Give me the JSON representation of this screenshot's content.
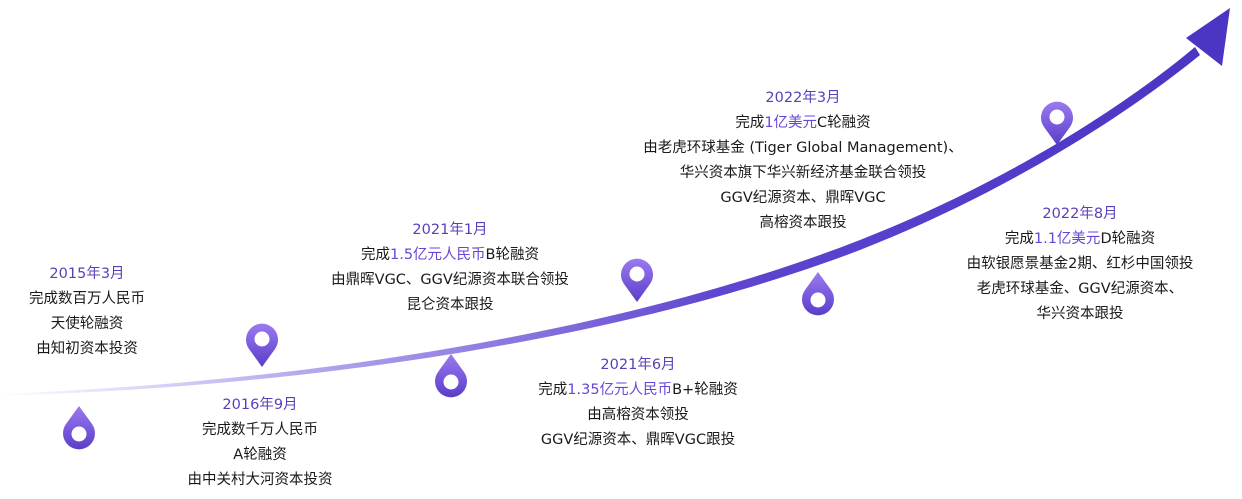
{
  "colors": {
    "accent": "#5a3ec8",
    "date": "#5c3fb8",
    "text": "#1a1a1a",
    "highlight": "#6a45d6",
    "line_start": "#ffffff",
    "line_end": "#4a35c4"
  },
  "milestones": [
    {
      "date": "2015年3月",
      "lines": [
        "完成数百万人民币",
        "天使轮融资",
        "由知初资本投资"
      ]
    },
    {
      "date": "2016年9月",
      "lines": [
        "完成数千万人民币",
        "A轮融资",
        "由中关村大河资本投资"
      ]
    },
    {
      "date": "2021年1月",
      "line1_pre": "完成",
      "line1_hl": "1.5亿元人民币",
      "line1_post": "B轮融资",
      "lines": [
        "由鼎晖VGC、GGV纪源资本联合领投",
        "昆仑资本跟投"
      ]
    },
    {
      "date": "2021年6月",
      "line1_pre": "完成",
      "line1_hl": "1.35亿元人民币",
      "line1_post": "B+轮融资",
      "lines": [
        "由高榕资本领投",
        "GGV纪源资本、鼎晖VGC跟投"
      ]
    },
    {
      "date": "2022年3月",
      "line1_pre": "完成",
      "line1_hl": "1亿美元",
      "line1_post": "C轮融资",
      "lines": [
        "由老虎环球基金 (Tiger Global Management)、",
        "华兴资本旗下华兴新经济基金联合领投",
        "GGV纪源资本、鼎晖VGC",
        "高榕资本跟投"
      ]
    },
    {
      "date": "2022年8月",
      "line1_pre": "完成",
      "line1_hl": "1.1亿美元",
      "line1_post": "D轮融资",
      "lines": [
        "由软银愿景基金2期、红杉中国领投",
        "老虎环球基金、GGV纪源资本、",
        "华兴资本跟投"
      ]
    }
  ],
  "pins": [
    "map-pin-icon",
    "map-pin-icon",
    "map-pin-icon",
    "map-pin-icon",
    "map-pin-icon",
    "map-pin-icon",
    "map-pin-icon",
    "map-pin-icon"
  ]
}
